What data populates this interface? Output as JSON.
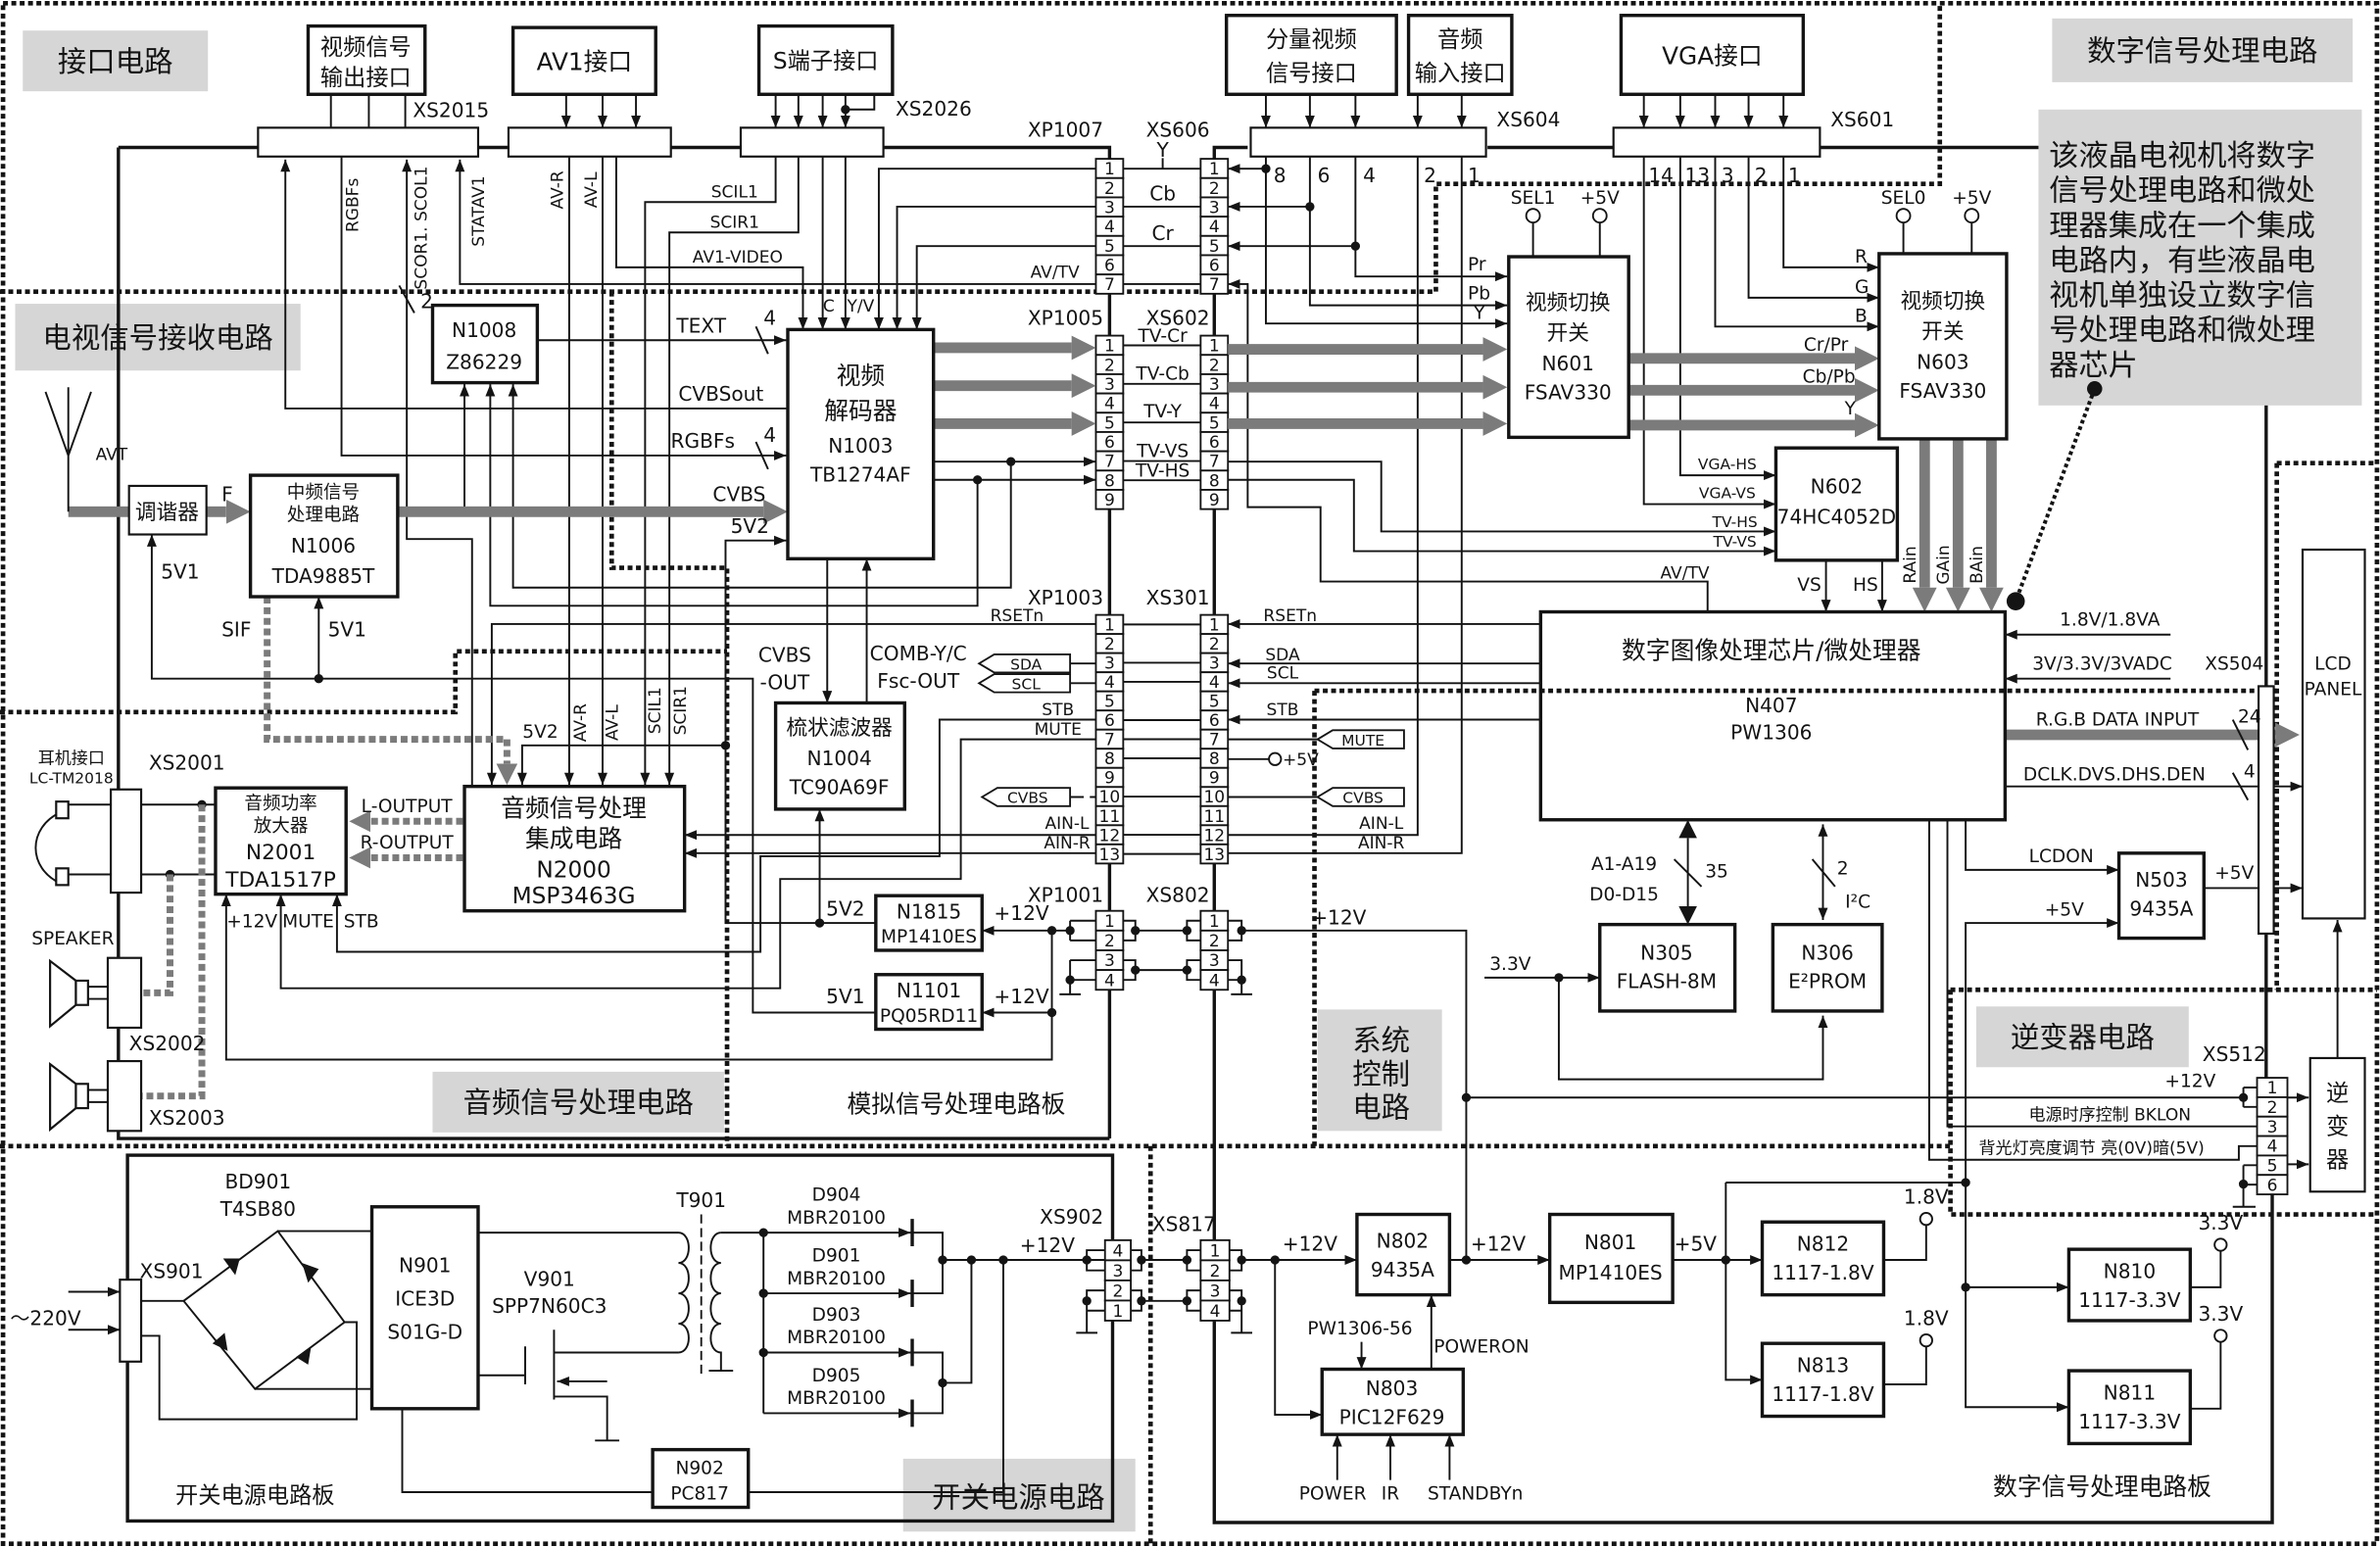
{
  "regions": {
    "interface": "接口电路",
    "tv_receive": "电视信号接收电路",
    "audio": "音频信号处理电路",
    "digital": "数字信号处理电路",
    "system_control": [
      "系统",
      "控制",
      "电路"
    ],
    "inverter": "逆变器电路",
    "power": "开关电源电路"
  },
  "boards": {
    "analog": "模拟信号处理电路板",
    "digital": "数字信号处理电路板",
    "power": "开关电源电路板"
  },
  "note": {
    "lines": [
      "该液晶电视机将数字",
      "信号处理电路和微处",
      "理器集成在一个集成",
      "电路内，有些液晶电",
      "视机单独设立数字信",
      "号处理电路和微处理",
      "器芯片"
    ]
  },
  "blocks": {
    "video_out_if": {
      "lines": [
        "视频信号",
        "输出接口"
      ]
    },
    "av1_if": {
      "label": "AV1接口"
    },
    "s_if": {
      "label": "S端子接口"
    },
    "component_if": {
      "lines": [
        "分量视频",
        "信号接口"
      ]
    },
    "audio_in_if": {
      "lines": [
        "音频",
        "输入接口"
      ]
    },
    "vga_if": {
      "label": "VGA接口"
    },
    "tuner": {
      "label": "调谐器"
    },
    "n1006": {
      "lines": [
        "中频信号",
        "处理电路",
        "N1006",
        "TDA9885T"
      ]
    },
    "n1008": {
      "lines": [
        "N1008",
        "Z86229"
      ]
    },
    "n1003": {
      "lines": [
        "视频",
        "解码器",
        "N1003",
        "TB1274AF"
      ]
    },
    "n1004": {
      "lines": [
        "梳状滤波器",
        "N1004",
        "TC90A69F"
      ]
    },
    "n2000": {
      "lines": [
        "音频信号处理",
        "集成电路",
        "N2000",
        "MSP3463G"
      ]
    },
    "n2001": {
      "lines": [
        "音频功率",
        "放大器",
        "N2001",
        "TDA1517P"
      ]
    },
    "n1815": {
      "lines": [
        "N1815",
        "MP1410ES"
      ]
    },
    "n1101": {
      "lines": [
        "N1101",
        "PQ05RD11"
      ]
    },
    "n601": {
      "lines": [
        "视频切换",
        "开关",
        "N601",
        "FSAV330"
      ]
    },
    "n603": {
      "lines": [
        "视频切换",
        "开关",
        "N603",
        "FSAV330"
      ]
    },
    "n602": {
      "lines": [
        "N602",
        "74HC4052D"
      ]
    },
    "n407": {
      "lines": [
        "数字图像处理芯片/微处理器",
        "N407",
        "PW1306"
      ]
    },
    "n305": {
      "lines": [
        "N305",
        "FLASH-8M"
      ]
    },
    "n306": {
      "lines": [
        "N306",
        "E²PROM"
      ]
    },
    "n503": {
      "lines": [
        "N503",
        "9435A"
      ]
    },
    "lcd_panel": {
      "lines": [
        "LCD",
        "PANEL"
      ]
    },
    "inverter": {
      "lines": [
        "逆",
        "变",
        "器"
      ]
    },
    "n802": {
      "lines": [
        "N802",
        "9435A"
      ]
    },
    "n801": {
      "lines": [
        "N801",
        "MP1410ES"
      ]
    },
    "n812": {
      "lines": [
        "N812",
        "1117-1.8V"
      ]
    },
    "n813": {
      "lines": [
        "N813",
        "1117-1.8V"
      ]
    },
    "n810": {
      "lines": [
        "N810",
        "1117-3.3V"
      ]
    },
    "n811": {
      "lines": [
        "N811",
        "1117-3.3V"
      ]
    },
    "n803": {
      "lines": [
        "N803",
        "PIC12F629"
      ]
    },
    "n901": {
      "lines": [
        "N901",
        "ICE3D",
        "S01G-D"
      ]
    },
    "n902": {
      "lines": [
        "N902",
        "PC817"
      ]
    }
  },
  "connectors": {
    "xs2015": {
      "name": "XS2015"
    },
    "xs2026": {
      "name": "XS2026"
    },
    "xs604": {
      "name": "XS604",
      "pins": [
        "8",
        "6",
        "4",
        "2",
        "1"
      ]
    },
    "xs601": {
      "name": "XS601",
      "pins": [
        "14",
        "13",
        "3",
        "2",
        "1"
      ]
    },
    "xp1007": {
      "name": "XP1007",
      "pins": [
        "1",
        "2",
        "3",
        "4",
        "5",
        "6",
        "7"
      ]
    },
    "xs606": {
      "name": "XS606",
      "pins": [
        "1",
        "2",
        "3",
        "4",
        "5",
        "6",
        "7"
      ]
    },
    "xp1005": {
      "name": "XP1005",
      "pins": [
        "1",
        "2",
        "3",
        "4",
        "5",
        "6",
        "7",
        "8",
        "9"
      ]
    },
    "xs602": {
      "name": "XS602",
      "pins": [
        "1",
        "2",
        "3",
        "4",
        "5",
        "6",
        "7",
        "8",
        "9"
      ]
    },
    "xp1003": {
      "name": "XP1003",
      "pins": [
        "1",
        "2",
        "3",
        "4",
        "5",
        "6",
        "7",
        "8",
        "9",
        "10",
        "11",
        "12",
        "13"
      ]
    },
    "xs301": {
      "name": "XS301",
      "pins": [
        "1",
        "2",
        "3",
        "4",
        "5",
        "6",
        "7",
        "8",
        "9",
        "10",
        "11",
        "12",
        "13"
      ]
    },
    "xp1001": {
      "name": "XP1001",
      "pins": [
        "1",
        "2",
        "3",
        "4"
      ]
    },
    "xs802": {
      "name": "XS802",
      "pins": [
        "1",
        "2",
        "3",
        "4"
      ]
    },
    "xs817": {
      "name": "XS817",
      "pins": [
        "1",
        "2",
        "3",
        "4"
      ]
    },
    "xs902": {
      "name": "XS902",
      "pins": [
        "4",
        "3",
        "2",
        "1"
      ]
    },
    "xs2001": {
      "name": "XS2001"
    },
    "xs2002": {
      "name": "XS2002"
    },
    "xs2003": {
      "name": "XS2003"
    },
    "xs901": {
      "name": "XS901"
    },
    "xs504": {
      "name": "XS504"
    },
    "xs512": {
      "name": "XS512",
      "pins": [
        "1",
        "2",
        "3",
        "4",
        "5",
        "6"
      ]
    }
  },
  "labels": {
    "interface": {
      "rgbfs": "RGBFs",
      "scor": "SCOR1. SCOL1",
      "statav1": "STATAV1",
      "av_r": "AV-R",
      "av_l": "AV-L",
      "scil1": "SCIL1",
      "scir1": "SCIR1",
      "av1_video": "AV1-VIDEO",
      "av_tv": "AV/TV",
      "scor_bus": "2"
    },
    "video": {
      "y": "Y",
      "cb": "Cb",
      "cr": "Cr",
      "tv_cr": "TV-Cr",
      "tv_cb": "TV-Cb",
      "tv_y": "TV-Y",
      "tv_vs": "TV-VS",
      "tv_hs": "TV-HS",
      "c": "C",
      "yv": "Y/V",
      "text": "TEXT",
      "text_bus": "4",
      "cvbsout": "CVBSout",
      "rgbfs": "RGBFs",
      "rgbfs_bus": "4",
      "cvbs": "CVBS",
      "v5v2": "5V2"
    },
    "tuner": {
      "avt": "AVT",
      "f": "F",
      "v5v1_tuner": "5V1",
      "sif": "SIF",
      "v5v1_if": "5V1"
    },
    "control_left": {
      "rsetn": "RSETn",
      "sda": "SDA",
      "scl": "SCL",
      "stb": "STB",
      "mute": "MUTE",
      "cvbs": "CVBS",
      "ain_l": "AIN-L",
      "ain_r": "AIN-R",
      "cvbs_out_1": "CVBS",
      "cvbs_out_2": "-OUT",
      "comb_yc": "COMB-Y/C",
      "fsc_out": "Fsc-OUT"
    },
    "control_right": {
      "rsetn": "RSETn",
      "sda": "SDA",
      "scl": "SCL",
      "stb": "STB",
      "mute": "MUTE",
      "p5v": "+5V",
      "cvbs": "CVBS",
      "ain_l": "AIN-L",
      "ain_r": "AIN-R"
    },
    "power_analog": {
      "v5v2": "5V2",
      "v5v1": "5V1",
      "p12v_a": "+12V",
      "p12v_b": "+12V",
      "p12v_digital": "+12V"
    },
    "audio": {
      "headphone": "耳机接口",
      "headphone_model": "LC-TM2018",
      "speaker": "SPEAKER",
      "l_output": "L-OUTPUT",
      "r_output": "R-OUTPUT",
      "p12v": "+12V",
      "mute": "MUTE",
      "stb": "STB",
      "v5v2": "5V2",
      "av_r": "AV-R",
      "av_l": "AV-L",
      "scil1": "SCIL1",
      "scir1": "SCIR1"
    },
    "switch": {
      "pr": "Pr",
      "pb": "Pb",
      "y": "Y",
      "sel1": "SEL1",
      "p5v_a": "+5V",
      "sel0": "SEL0",
      "p5v_b": "+5V",
      "r": "R",
      "g": "G",
      "b": "B",
      "cr_pr": "Cr/Pr",
      "cb_pb": "Cb/Pb",
      "y_out": "Y",
      "vga_hs": "VGA-HS",
      "vga_vs": "VGA-VS",
      "tv_hs": "TV-HS",
      "tv_vs": "TV-VS",
      "vs": "VS",
      "hs": "HS",
      "rain": "RAin",
      "gain": "GAin",
      "bain": "BAin",
      "av_tv": "AV/TV"
    },
    "digital": {
      "v18": "1.8V/1.8VA",
      "v33": "3V/3.3V/3VADC",
      "rgb_data": "R.G.B DATA INPUT",
      "rgb_bus": "24",
      "dclk": "DCLK.DVS.DHS.DEN",
      "dclk_bus": "4",
      "lcdon": "LCDON",
      "p5v_in": "+5V",
      "p5v_out": "+5V",
      "addr": "A1-A19",
      "data": "D0-D15",
      "mem_bus": "35",
      "i2c_bus": "2",
      "i2c": "I²C",
      "v33_flash": "3.3V",
      "p12v_inv": "+12V",
      "bklon": "电源时序控制 BKLON",
      "brightness": "背光灯亮度调节  亮(0V)暗(5V)"
    },
    "power_digital": {
      "p12v_in": "+12V",
      "p12v_out": "+12V",
      "p5v": "+5V",
      "v18_a": "1.8V",
      "v18_b": "1.8V",
      "v33_a": "3.3V",
      "v33_b": "3.3V",
      "pw1306_56": "PW1306-56",
      "poweron": "POWERON",
      "power": "POWER",
      "ir": "IR",
      "standbyn": "STANDBYn"
    },
    "psu": {
      "bd901": "BD901",
      "bd901_part": "T4SB80",
      "ac_in": "～220V",
      "v901": "V901",
      "v901_part": "SPP7N60C3",
      "t901": "T901",
      "p12v": "+12V",
      "diodes": [
        {
          "ref": "D904",
          "part": "MBR20100"
        },
        {
          "ref": "D901",
          "part": "MBR20100"
        },
        {
          "ref": "D903",
          "part": "MBR20100"
        },
        {
          "ref": "D905",
          "part": "MBR20100"
        }
      ]
    }
  }
}
